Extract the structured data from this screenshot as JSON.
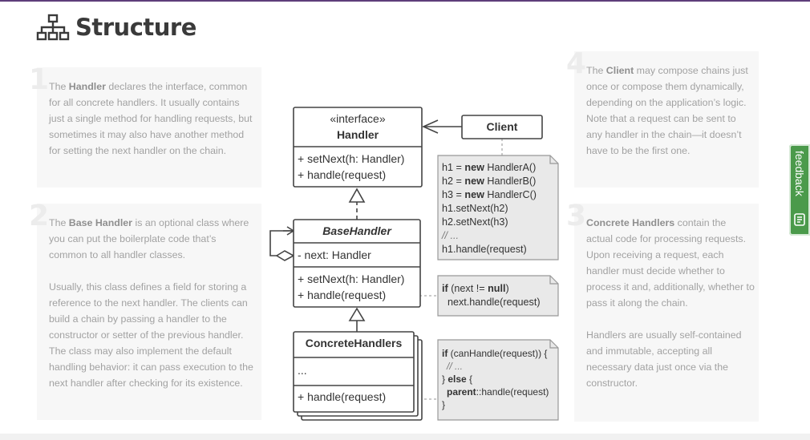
{
  "page": {
    "title": "Structure",
    "title_icon": "sitemap-icon",
    "accent_color": "#5e3d7a"
  },
  "notes": {
    "n1": {
      "number": "1",
      "pre": "The ",
      "bold": "Handler",
      "post": " declares the interface, common for all concrete handlers. It usually contains just a single method for handling requests, but sometimes it may also have another method for setting the next handler on the chain."
    },
    "n2": {
      "number": "2",
      "pre": "The ",
      "bold": "Base Handler",
      "post": " is an optional class where you can put the boilerplate code that’s common to all handler classes.",
      "para2": "Usually, this class defines a field for storing a reference to the next handler. The clients can build a chain by passing a handler to the constructor or setter of the previous handler. The class may also implement the default handling behavior: it can pass execution to the next handler after checking for its existence."
    },
    "n3": {
      "number": "3",
      "bold": "Concrete Handlers",
      "post": " contain the actual code for processing requests. Upon receiving a request, each handler must decide whether to process it and, additionally, whether to pass it along the chain.",
      "para2": "Handlers are usually self-contained and immutable, accepting all necessary data just once via the constructor."
    },
    "n4": {
      "number": "4",
      "pre": "The ",
      "bold": "Client",
      "post": " may compose chains just once or compose them dynamically, depending on the application’s logic. Note that a request can be sent to any handler in the chain—it doesn’t have to be the first one."
    }
  },
  "uml": {
    "handler": {
      "stereotype": "«interface»",
      "name": "Handler",
      "methods": [
        "+ setNext(h: Handler)",
        "+ handle(request)"
      ]
    },
    "base_handler": {
      "name": "BaseHandler",
      "fields": [
        "- next: Handler"
      ],
      "methods": [
        "+ setNext(h: Handler)",
        "+ handle(request)"
      ]
    },
    "concrete": {
      "name": "ConcreteHandlers",
      "fields": [
        "..."
      ],
      "methods": [
        "+ handle(request)"
      ]
    },
    "client": {
      "name": "Client"
    },
    "client_code": {
      "lines": [
        {
          "a": "h1 = ",
          "kw": "new",
          "b": " HandlerA()"
        },
        {
          "a": "h2 = ",
          "kw": "new",
          "b": " HandlerB()"
        },
        {
          "a": "h3 = ",
          "kw": "new",
          "b": " HandlerC()"
        },
        {
          "a": "h1.setNext(h2)",
          "kw": "",
          "b": ""
        },
        {
          "a": "h2.setNext(h3)",
          "kw": "",
          "b": ""
        },
        {
          "a": "// ...",
          "kw": "",
          "b": ""
        },
        {
          "a": "h1.handle(request)",
          "kw": "",
          "b": ""
        }
      ]
    },
    "base_code": {
      "l1a": "if",
      "l1b": " (next != ",
      "l1c": "null",
      "l1d": ")",
      "l2": "next.handle(request)"
    },
    "concrete_code": {
      "l1a": "if",
      "l1b": " (canHandle(request)) {",
      "l2": "// ...",
      "l3a": "} ",
      "l3b": "else",
      "l3c": " {",
      "l4a": "parent",
      "l4b": "::handle(request)",
      "l5": "}"
    }
  },
  "feedback": {
    "label": "feedback",
    "icon": "feedback-form-icon",
    "color": "#4b9a4b"
  }
}
